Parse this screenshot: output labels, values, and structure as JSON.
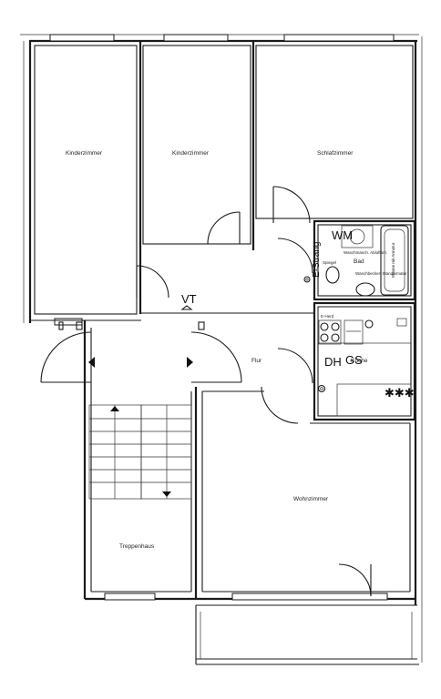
{
  "rooms": {
    "kinderzimmer_1": "Kinderzimmer",
    "kinderzimmer_2": "Kinderzimmer",
    "schlafzimmer": "Schlafzimmer",
    "bad": "Bad",
    "flur": "Flur",
    "kueche": "Küche",
    "wohnzimmer": "Wohnzimmer",
    "treppenhaus": "Treppenhaus"
  },
  "markers": {
    "wm": "WM",
    "vt": "VT",
    "dh": "DH",
    "gs": "GS",
    "e_strang": "E-Strang",
    "e_herd": "E-Herd"
  },
  "fixtures": {
    "waschmaschine_note": "Waschmasch. Abluftanl.",
    "spiegel": "Spiegel",
    "waschbecken_note": "Waschbecken Standarmatur",
    "wanne_note": "Wanne mit Armatur"
  }
}
